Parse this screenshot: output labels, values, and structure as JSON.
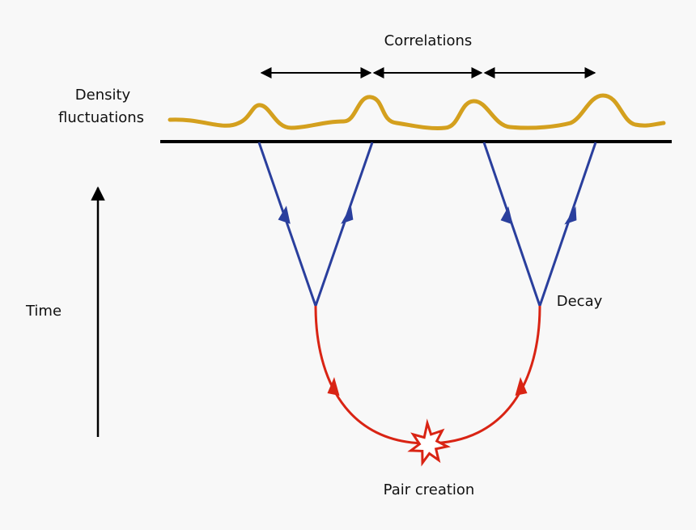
{
  "labels": {
    "correlations": "Correlations",
    "density_line1": "Density",
    "density_line2": "fluctuations",
    "time": "Time",
    "decay": "Decay",
    "pair_creation": "Pair creation"
  },
  "colors": {
    "background": "#f8f8f8",
    "density_wave": "#d4a01e",
    "surface_line": "#000000",
    "decay_lines": "#2a3f9d",
    "pair_arc": "#d92414",
    "arrows": "#000000",
    "text": "#111111"
  },
  "icons": {
    "pair_creation": "starburst-icon"
  }
}
